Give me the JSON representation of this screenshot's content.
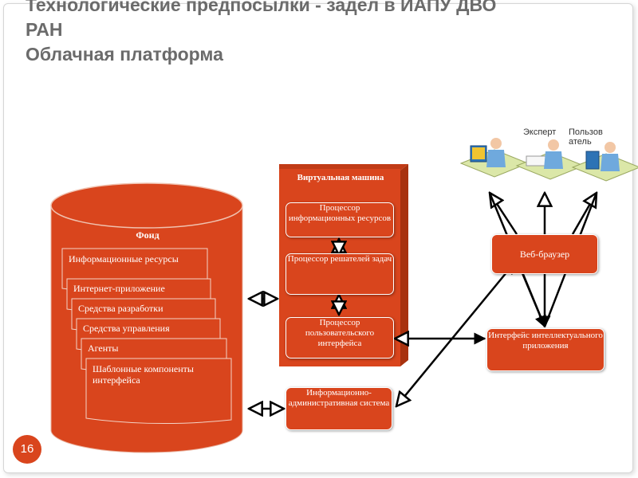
{
  "slide": {
    "title_line1": "Технологические предпосылки - задел в ИАПУ ДВО",
    "title_line2": "РАН",
    "subtitle": "Облачная платформа",
    "page_number": "16"
  },
  "fond": {
    "label": "Фонд",
    "cards": [
      "Информационные ресурсы",
      "Интернет-приложение",
      "Средства разработки",
      "Средства управления",
      "Агенты",
      "Шаблонные компоненты интерфейса"
    ]
  },
  "vm": {
    "label": "Виртуальная машина",
    "processors": [
      "Процессор информационных ресурсов",
      "Процессор решателей задач",
      "Процессор пользовательского интерфейса"
    ]
  },
  "admin_system": "Информационно-административная система",
  "browser": "Веб-браузер",
  "app_interface": "Интерфейс интеллектуального приложения",
  "roles": {
    "expert": "Эксперт",
    "user": "Пользователь"
  },
  "colors": {
    "accent": "#d9451d",
    "accent_dark": "#b63612",
    "title_gray": "#6b6b6b"
  }
}
